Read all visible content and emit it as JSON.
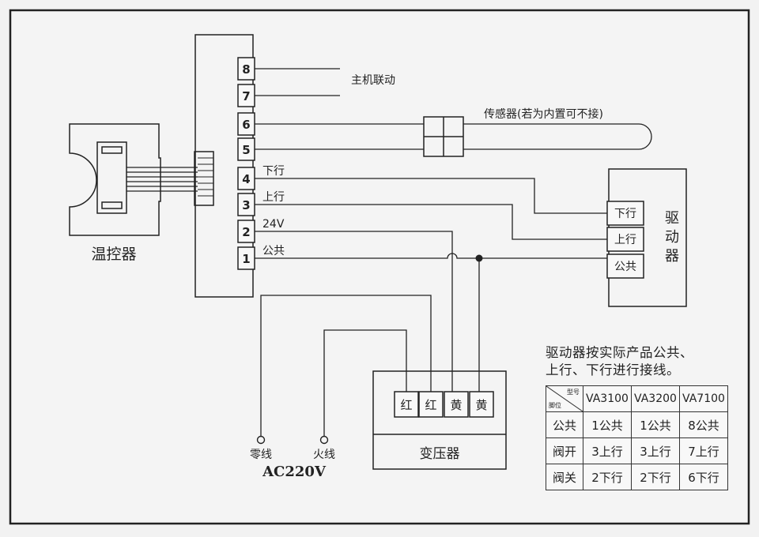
{
  "connector": {
    "pins": [
      {
        "num": "8",
        "label": ""
      },
      {
        "num": "7",
        "label": ""
      },
      {
        "num": "6",
        "label": ""
      },
      {
        "num": "5",
        "label": ""
      },
      {
        "num": "4",
        "label": "下行"
      },
      {
        "num": "3",
        "label": "上行"
      },
      {
        "num": "2",
        "label": "24V"
      },
      {
        "num": "1",
        "label": "公共"
      }
    ]
  },
  "labels": {
    "thermostat": "温控器",
    "host_link": "主机联动",
    "sensor": "传感器(若为内置可不接)",
    "driver": "驱动器",
    "driver_terminals": [
      "下行",
      "上行",
      "公共"
    ],
    "transformer": "变压器",
    "transformer_terminals": [
      "红",
      "红",
      "黄",
      "黄"
    ],
    "neutral": "零线",
    "live": "火线",
    "supply": "AC220V"
  },
  "note": {
    "line1": "驱动器按实际产品公共、",
    "line2": "上行、下行进行接线。"
  },
  "table": {
    "corner_top": "型号",
    "corner_bottom": "脚位",
    "models": [
      "VA3100",
      "VA3200",
      "VA7100"
    ],
    "rows": [
      {
        "name": "公共",
        "cells": [
          "1公共",
          "1公共",
          "8公共"
        ]
      },
      {
        "name": "阀开",
        "cells": [
          "3上行",
          "3上行",
          "7上行"
        ]
      },
      {
        "name": "阀关",
        "cells": [
          "2下行",
          "2下行",
          "6下行"
        ]
      }
    ]
  }
}
